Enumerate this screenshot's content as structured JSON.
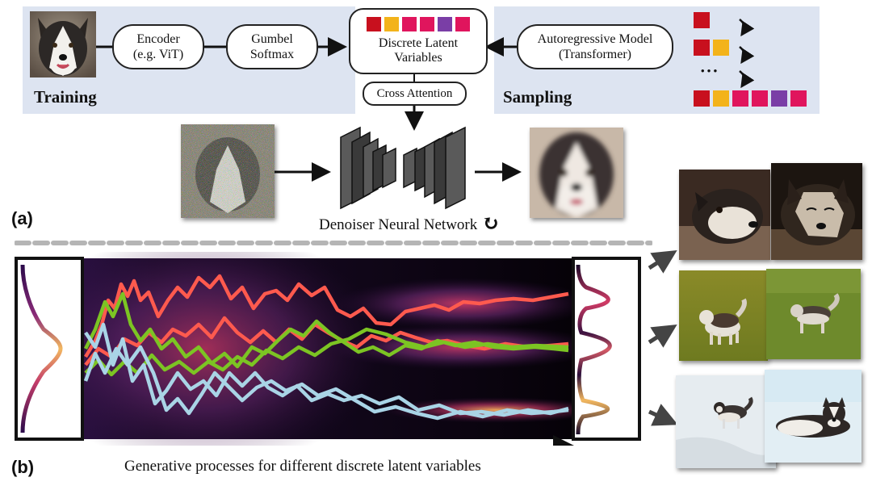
{
  "top": {
    "training_label": "Training",
    "sampling_label": "Sampling",
    "encoder_label": "Encoder\n(e.g. ViT)",
    "gumbel_label": "Gumbel\nSoftmax",
    "latent_label": "Discrete Latent\nVariables",
    "cross_attention_label": "Cross Attention",
    "ar_model_label": "Autoregressive Model\n(Transformer)",
    "ellipsis": "• • •",
    "denoiser_label": "Denoiser Neural Network",
    "refresh_glyph": "↻",
    "panel_a_label": "(a)"
  },
  "bottom": {
    "panel_b_label": "(b)",
    "caption": "Generative processes for different discrete latent variables"
  },
  "colors": {
    "panel_bg": "#dde4f1",
    "token_red": "#c8101e",
    "token_yellow": "#f3b31a",
    "token_pink": "#e0155d",
    "token_purple": "#7a3ea6",
    "path_red": "#ff5a4e",
    "path_green": "#7cc423",
    "path_blue": "#a9d4e6",
    "field_dark": "#0a0418"
  },
  "icons": {
    "arrows": "arrow-icon",
    "refresh": "refresh-icon",
    "ar_steps": "curved-arrow-icon"
  }
}
